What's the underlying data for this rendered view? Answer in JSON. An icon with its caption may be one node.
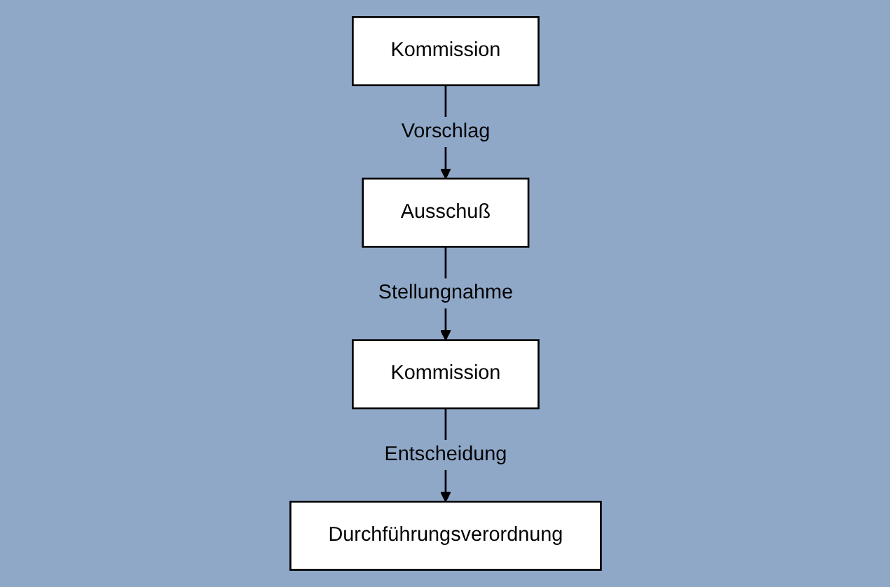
{
  "diagram": {
    "nodes": [
      {
        "text": [
          "Kommission"
        ]
      },
      {
        "text": [
          "Ausschuß"
        ]
      },
      {
        "text": [
          "Kommission"
        ]
      },
      {
        "text": [
          "Durchführungsverordnung"
        ]
      }
    ],
    "edges": [
      {
        "from": 0,
        "to": 1,
        "arrow": "to",
        "label": "Vorschlag"
      },
      {
        "from": 1,
        "to": 2,
        "arrow": "to",
        "label": "Stellungnahme"
      },
      {
        "from": 2,
        "to": 3,
        "arrow": "to",
        "label": "Entscheidung"
      }
    ]
  }
}
